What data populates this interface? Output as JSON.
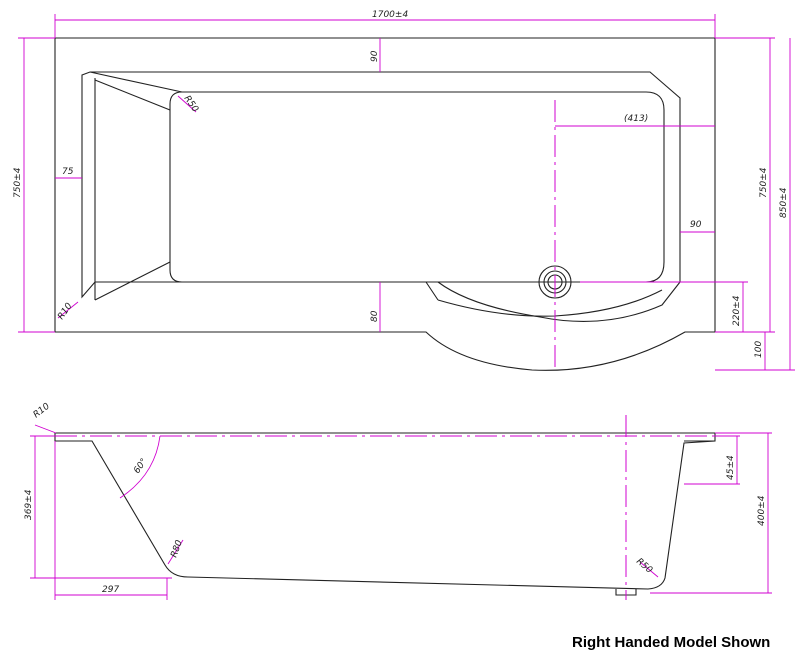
{
  "caption": "Right Handed Model Shown",
  "colors": {
    "outline": "#222222",
    "dimension": "#d000d0",
    "background": "#ffffff"
  },
  "plan_view": {
    "overall_length": "1700±4",
    "width_left": "750±4",
    "width_right_inner": "750±4",
    "width_right_overall": "850±4",
    "top_rim": "90",
    "left_rim": "75",
    "right_rim": "90",
    "bottom_rim": "80",
    "waste_offset": "(413)",
    "waste_to_edge": "220±4",
    "screen_extension": "100",
    "corner_radius_inner": "R50",
    "corner_radius_outer": "R10"
  },
  "side_view": {
    "rim_radius": "R10",
    "end_angle": "60°",
    "overall_height_left": "369±4",
    "overall_height_right": "400±4",
    "rim_thickness": "45±4",
    "base_length": "297",
    "base_radius_left": "R80",
    "base_radius_right": "R50"
  }
}
